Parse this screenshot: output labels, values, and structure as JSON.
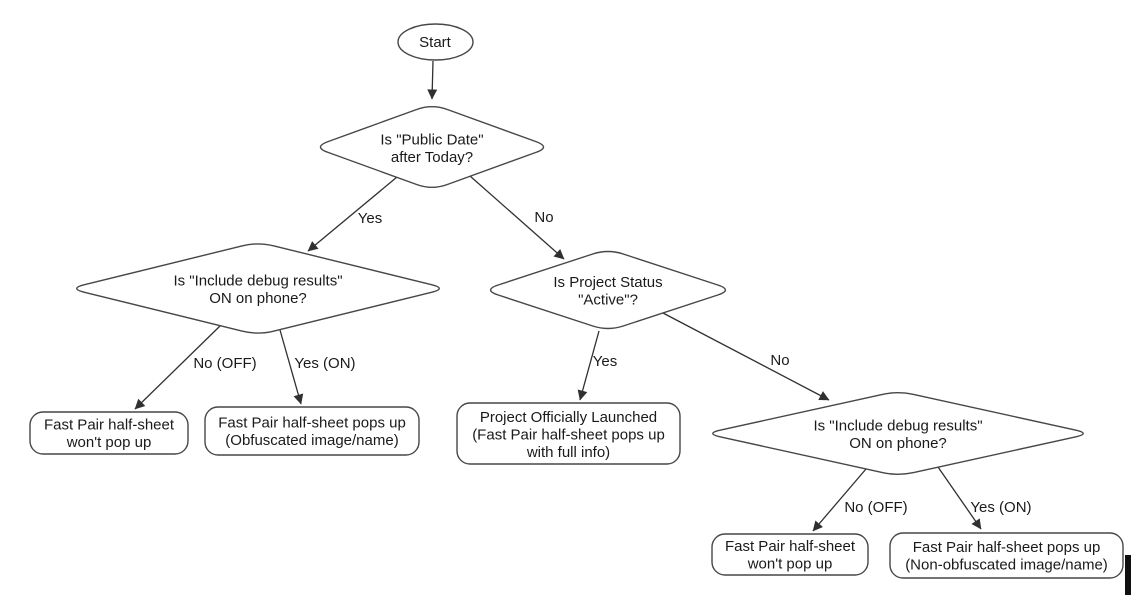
{
  "diagram": {
    "colors": {
      "background": "#ffffff",
      "shape_fill": "#ffffff",
      "shape_stroke": "#474747",
      "connector": "#303030",
      "text": "#1a1a1a"
    },
    "nodes": {
      "start": {
        "type": "start",
        "label": "Start"
      },
      "public_date": {
        "type": "decision",
        "lines": [
          "Is \"Public Date\"",
          "after Today?"
        ]
      },
      "debug_left": {
        "type": "decision",
        "lines": [
          "Is \"Include debug results\"",
          "ON on phone?"
        ]
      },
      "project_status": {
        "type": "decision",
        "lines": [
          "Is Project Status",
          "\"Active\"?"
        ]
      },
      "debug_right": {
        "type": "decision",
        "lines": [
          "Is \"Include debug results\"",
          "ON on phone?"
        ]
      },
      "no_popup_left": {
        "type": "result",
        "lines": [
          "Fast Pair half-sheet",
          "won't pop up"
        ]
      },
      "obfuscated": {
        "type": "result",
        "lines": [
          "Fast Pair half-sheet pops up",
          "(Obfuscated image/name)"
        ]
      },
      "launched": {
        "type": "result",
        "lines": [
          "Project Officially Launched",
          "(Fast Pair half-sheet pops up",
          "with full info)"
        ]
      },
      "no_popup_right": {
        "type": "result",
        "lines": [
          "Fast Pair half-sheet",
          "won't pop up"
        ]
      },
      "non_obfuscated": {
        "type": "result",
        "lines": [
          "Fast Pair half-sheet pops up",
          "(Non-obfuscated image/name)"
        ]
      }
    },
    "edges": {
      "start_to_public_date": {
        "from": "start",
        "to": "public_date",
        "label": ""
      },
      "public_date_yes": {
        "from": "public_date",
        "to": "debug_left",
        "label": "Yes"
      },
      "public_date_no": {
        "from": "public_date",
        "to": "project_status",
        "label": "No"
      },
      "debug_left_no_off": {
        "from": "debug_left",
        "to": "no_popup_left",
        "label": "No (OFF)"
      },
      "debug_left_yes_on": {
        "from": "debug_left",
        "to": "obfuscated",
        "label": "Yes (ON)"
      },
      "project_status_yes": {
        "from": "project_status",
        "to": "launched",
        "label": "Yes"
      },
      "project_status_no": {
        "from": "project_status",
        "to": "debug_right",
        "label": "No"
      },
      "debug_right_no_off": {
        "from": "debug_right",
        "to": "no_popup_right",
        "label": "No (OFF)"
      },
      "debug_right_yes_on": {
        "from": "debug_right",
        "to": "non_obfuscated",
        "label": "Yes (ON)"
      }
    }
  }
}
